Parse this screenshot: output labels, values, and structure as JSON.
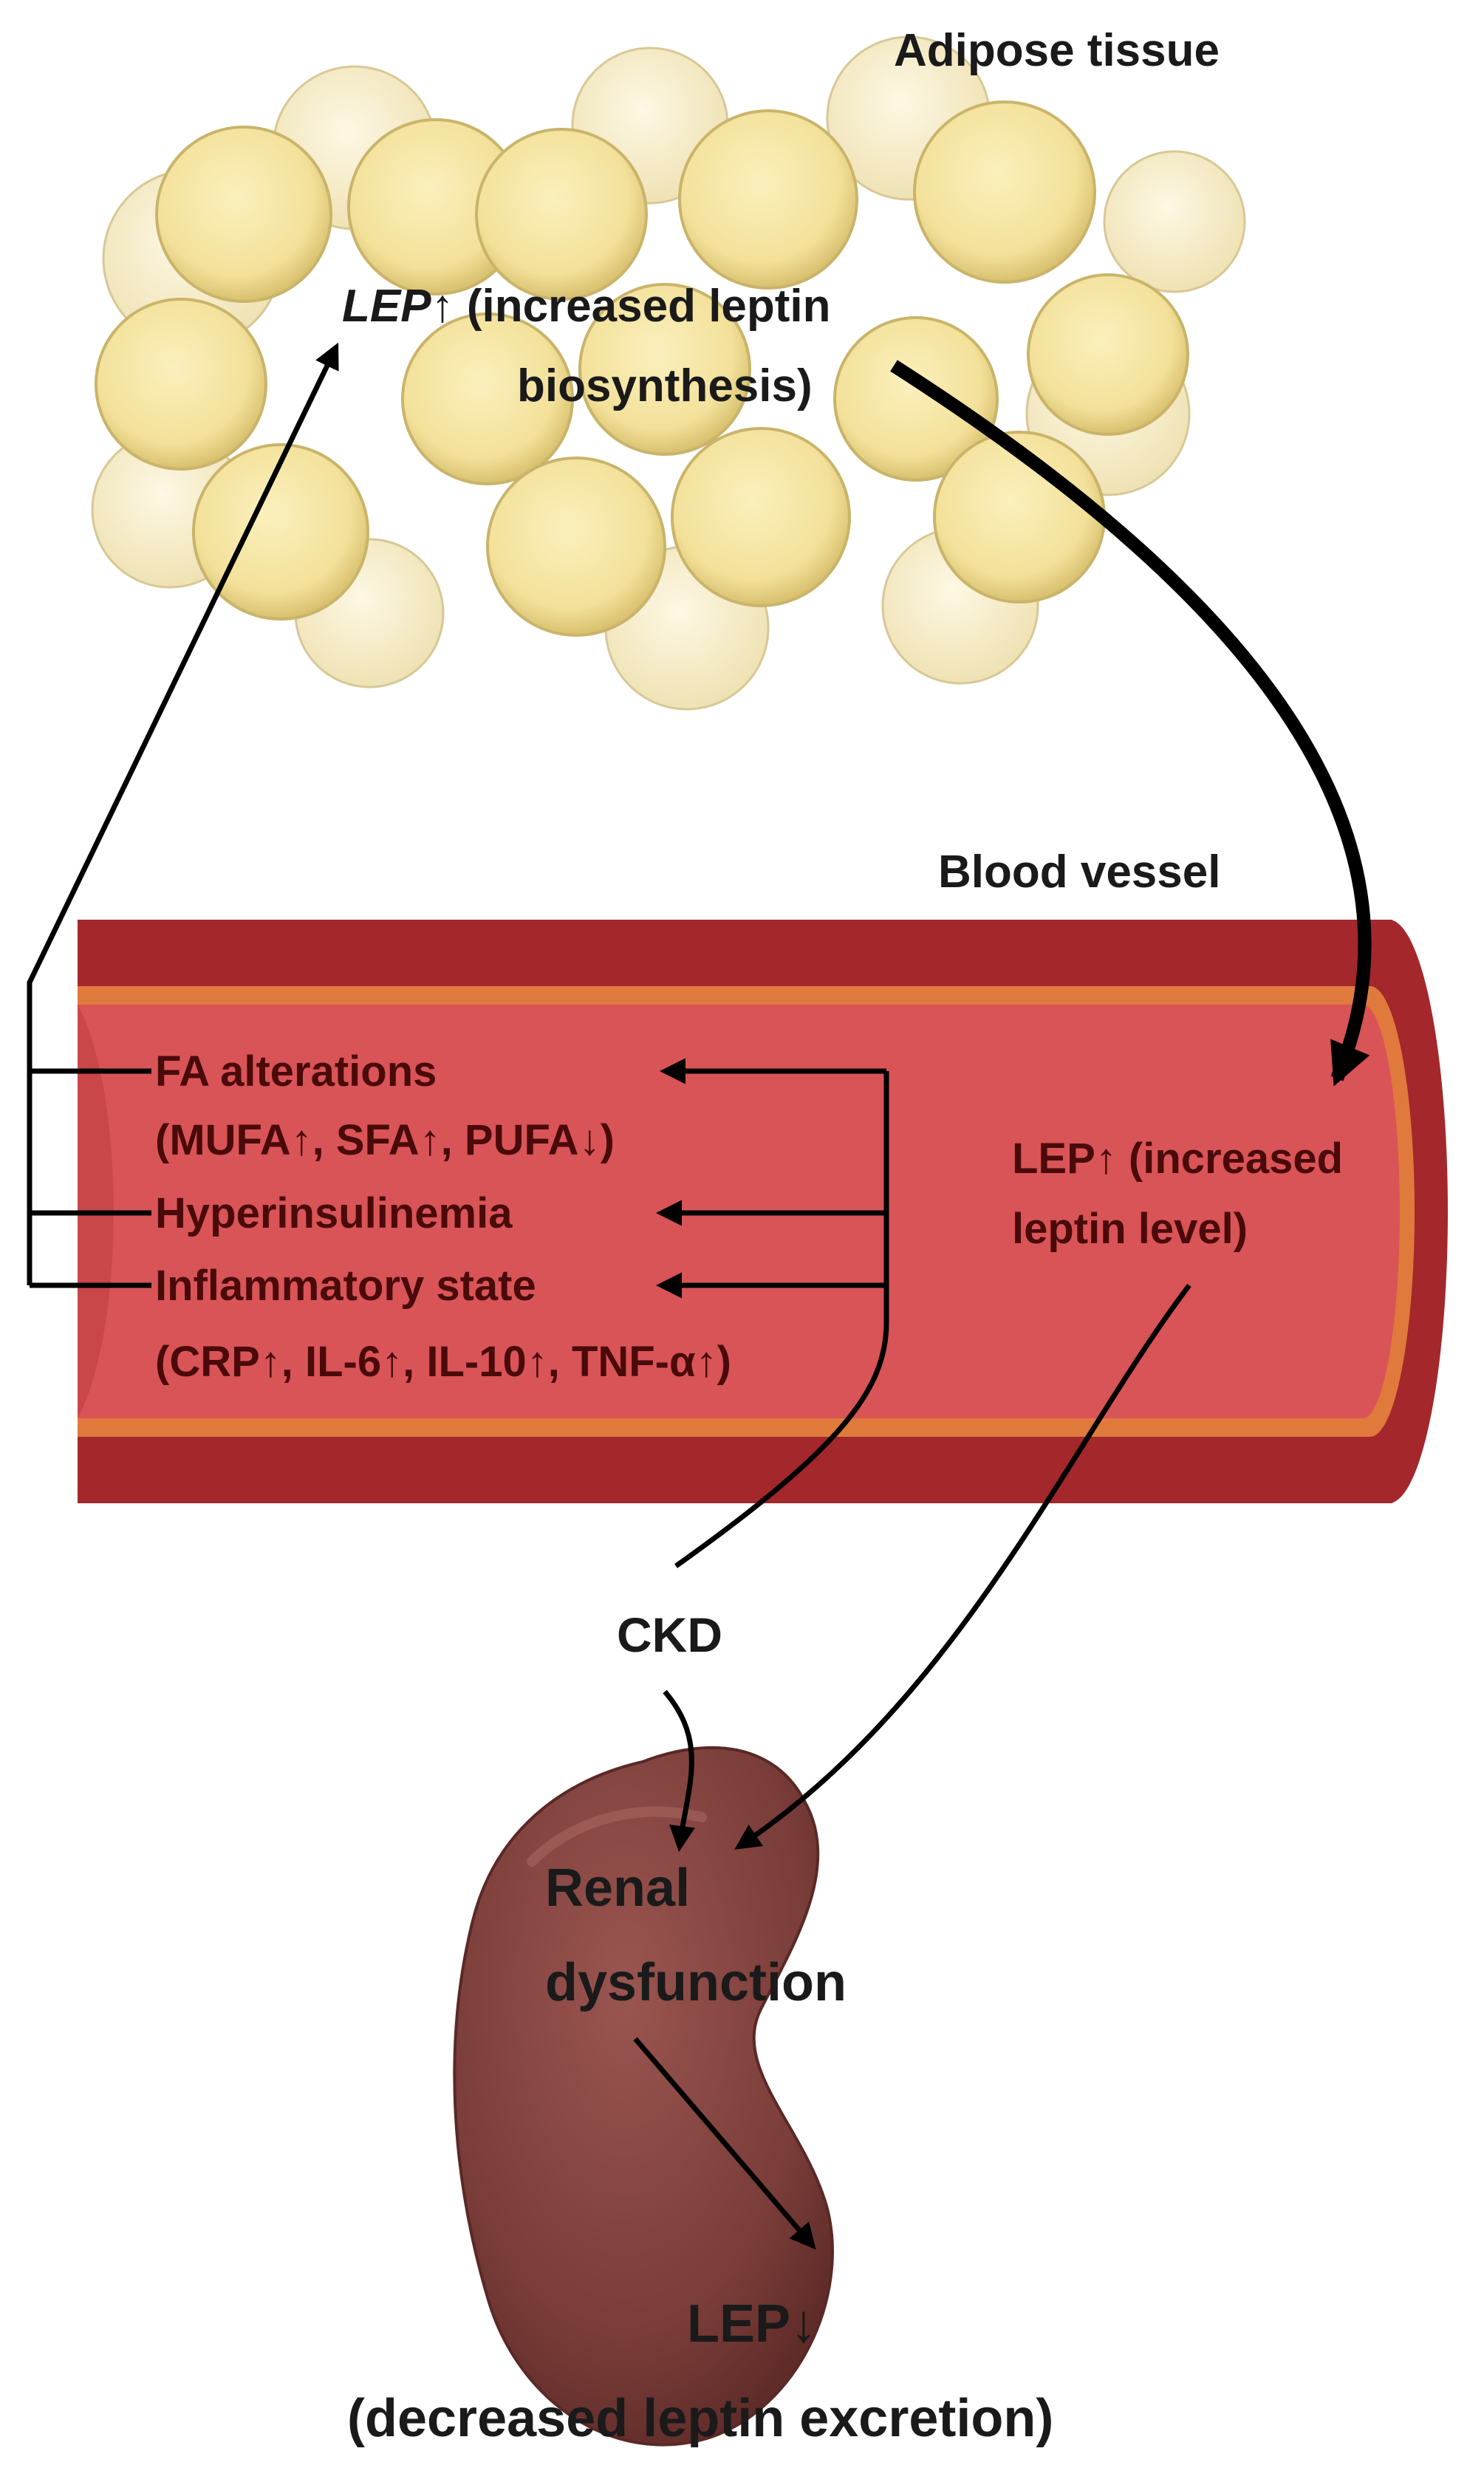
{
  "labels": {
    "adipose_tissue": "Adipose tissue",
    "lep_biosynthesis_symbol": "LEP",
    "lep_biosynthesis_arrow": "↑",
    "lep_biosynthesis_line1": " (increased leptin",
    "lep_biosynthesis_line2": "biosynthesis)",
    "blood_vessel": "Blood vessel",
    "fa_alterations": "FA alterations",
    "fa_detail": "(MUFA↑, SFA↑, PUFA↓)",
    "hyperinsulinemia": "Hyperinsulinemia",
    "inflammatory_state": "Inflammatory state",
    "inflammatory_detail": "(CRP↑, IL-6↑, IL-10↑, TNF-α↑)",
    "lep_level_line1": "LEP↑ (increased",
    "lep_level_line2": "leptin level)",
    "ckd": "CKD",
    "renal_line1": "Renal",
    "renal_line2": "dysfunction",
    "lep_excretion_symbol": "LEP↓",
    "lep_excretion_detail": "(decreased leptin excretion)"
  },
  "colors": {
    "adipocyte_fill": "#f6e8a8",
    "adipocyte_pale": "#fbf4d6",
    "adipocyte_stroke": "#c9b46a",
    "vessel_wall": "#a3272b",
    "vessel_stripe": "#e07a3c",
    "vessel_lumen": "#d95457",
    "kidney": "#7a3d39",
    "kidney_highlight": "#9a5550",
    "arrow": "#000000",
    "text": "#1a1a1a",
    "vessel_text": "#4a0a0a"
  }
}
